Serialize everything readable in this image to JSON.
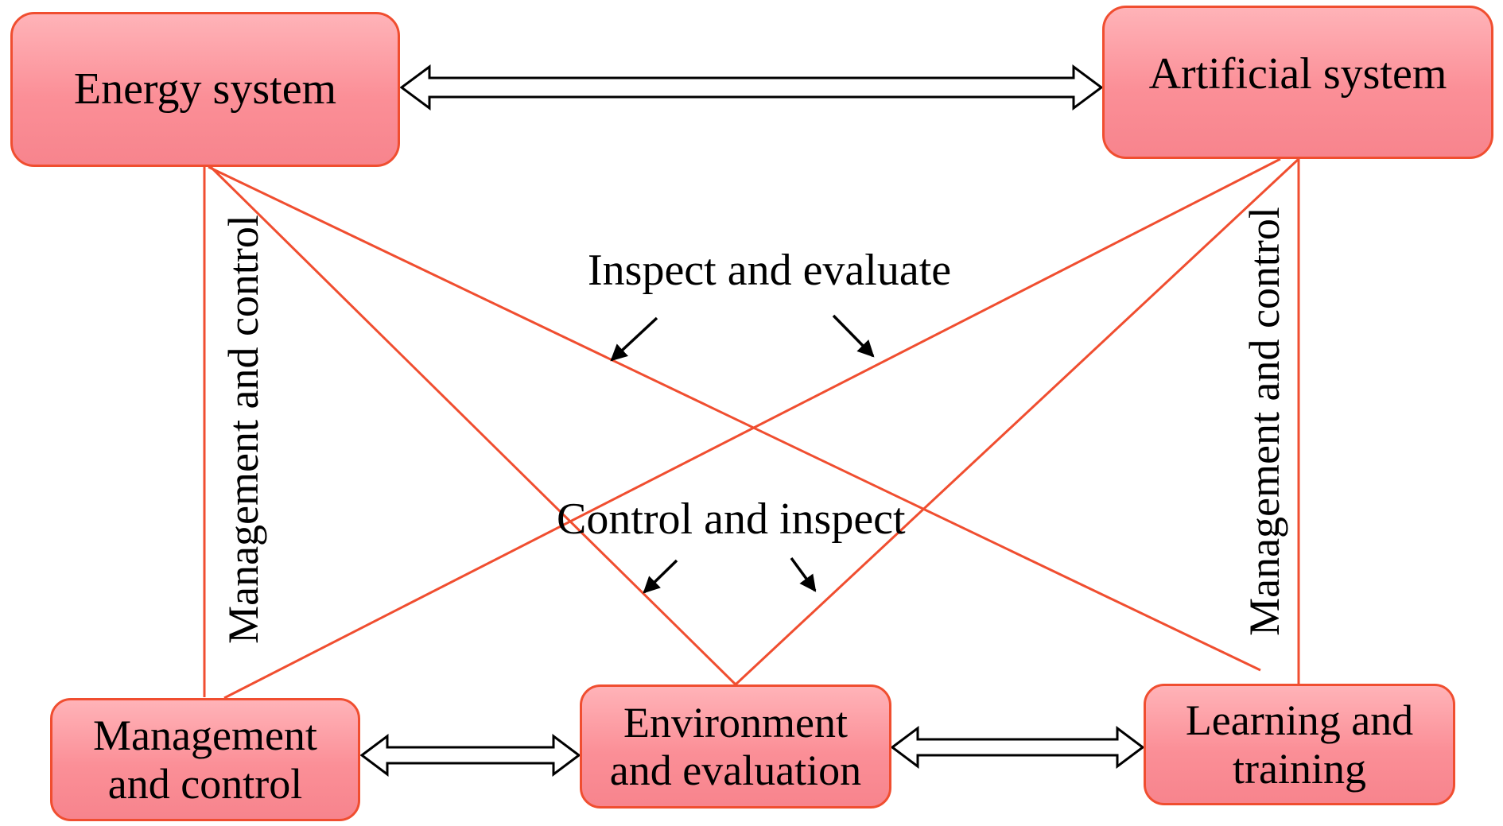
{
  "nodes": {
    "energy_system": "Energy system",
    "artificial_system": "Artificial system",
    "management_and_control": [
      "Management",
      "and control"
    ],
    "environment_and_evaluation": [
      "Environment",
      "and evaluation"
    ],
    "learning_and_training": [
      "Learning and",
      "training"
    ]
  },
  "labels": {
    "inspect_and_evaluate": "Inspect and evaluate",
    "control_and_inspect": "Control and inspect",
    "management_and_control_left": "Management and control",
    "management_and_control_right": "Management and control"
  },
  "colors": {
    "connector_line": "#f04e30",
    "node_border": "#f04e30",
    "node_fill_top": "#ffb3b8",
    "node_fill_bottom": "#f7848d",
    "arrow": "#000000"
  }
}
